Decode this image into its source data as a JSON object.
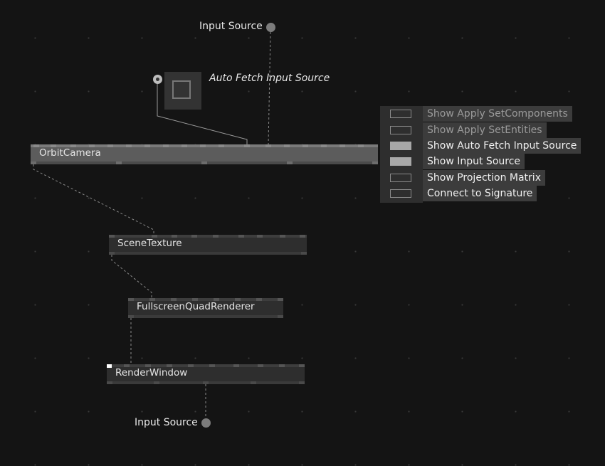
{
  "nodes": {
    "orbit_camera": "OrbitCamera",
    "scene_texture": "SceneTexture",
    "fullscreen_quad_renderer": "FullscreenQuadRenderer",
    "render_window": "RenderWindow"
  },
  "io": {
    "top_input_source": "Input Source",
    "bottom_input_source": "Input Source",
    "auto_fetch_label": "Auto Fetch Input Source"
  },
  "context_menu": {
    "items": [
      {
        "label": "Show Apply SetComponents",
        "checked": false,
        "enabled": false
      },
      {
        "label": "Show Apply SetEntities",
        "checked": false,
        "enabled": false
      },
      {
        "label": "Show Auto Fetch Input Source",
        "checked": true,
        "enabled": true
      },
      {
        "label": "Show Input Source",
        "checked": true,
        "enabled": true
      },
      {
        "label": "Show Projection Matrix",
        "checked": false,
        "enabled": true
      },
      {
        "label": "Connect to Signature",
        "checked": false,
        "enabled": true
      }
    ]
  }
}
